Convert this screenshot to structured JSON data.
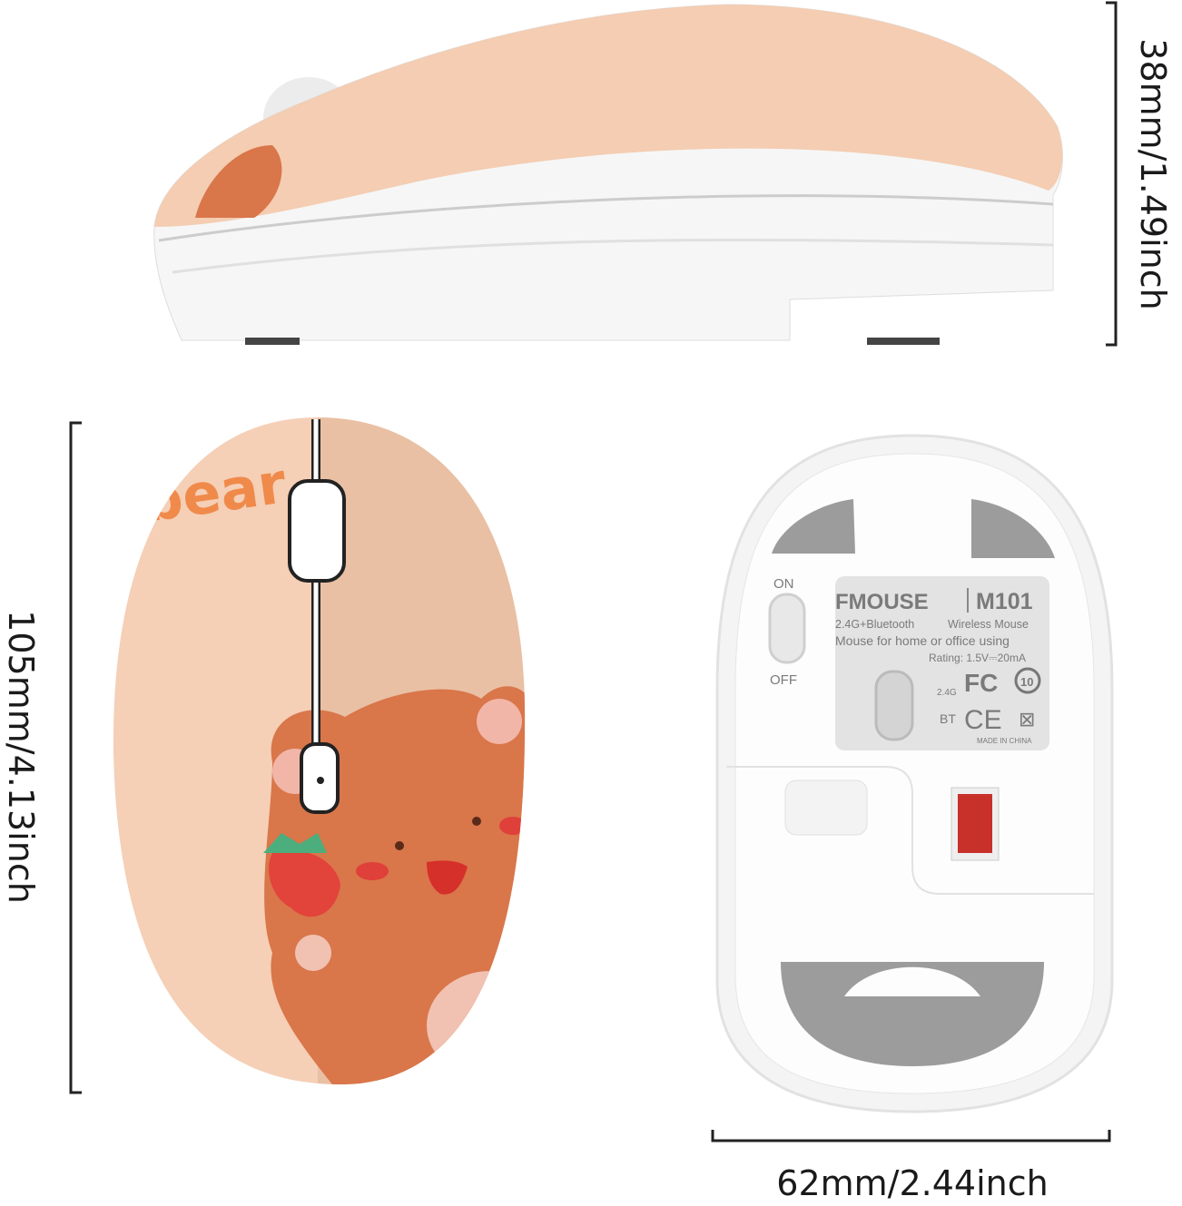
{
  "dimensions": {
    "height": "38mm/1.49inch",
    "length": "105mm/4.13inch",
    "width": "62mm/2.44inch"
  },
  "top_view": {
    "print_text": "bear"
  },
  "bottom_label": {
    "brand": "FMOUSE",
    "model": "M101",
    "line1_left": "2.4G+Bluetooth",
    "line1_right": "Wireless Mouse",
    "line2": "Mouse for home or office using",
    "rating": "Rating: 1.5V⎓20mA",
    "mode_24g": "2.4G",
    "mode_bt": "BT",
    "fc": "FC",
    "ce": "CE",
    "made_in": "MADE IN CHINA",
    "eco": "10"
  },
  "power_switch": {
    "on": "ON",
    "off": "OFF"
  },
  "colors": {
    "peach": "#f3cdb3",
    "bear": "#d9764a",
    "white": "#f7f7f7",
    "pad": "#9c9c9c"
  }
}
